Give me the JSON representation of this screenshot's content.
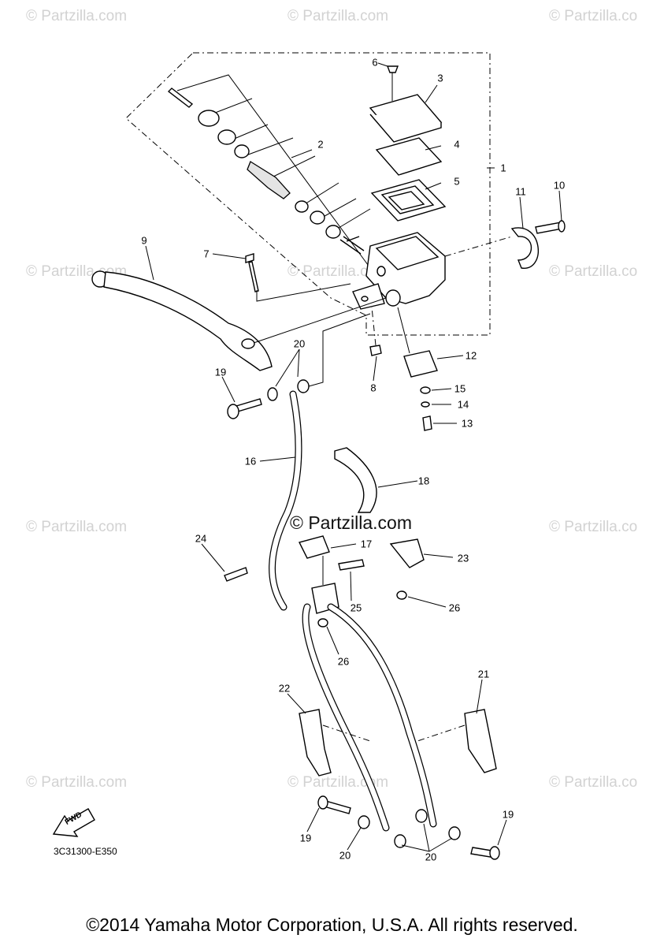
{
  "watermark": {
    "text": "© Partzilla.com",
    "center_text": "© Partzilla.com",
    "edge_text": "© Partzilla.co"
  },
  "callouts": [
    "1",
    "2",
    "3",
    "4",
    "5",
    "6",
    "7",
    "8",
    "9",
    "10",
    "11",
    "12",
    "13",
    "14",
    "15",
    "16",
    "17",
    "18",
    "19",
    "19",
    "19",
    "20",
    "20",
    "20",
    "21",
    "22",
    "23",
    "24",
    "25",
    "26",
    "26"
  ],
  "fwd_label": "FWD",
  "diagram_code": "3C31300-E350",
  "copyright": "©2014 Yamaha Motor Corporation, U.S.A. All rights reserved.",
  "colors": {
    "line": "#000000",
    "watermark": "#d2d2d2",
    "background": "#ffffff"
  }
}
